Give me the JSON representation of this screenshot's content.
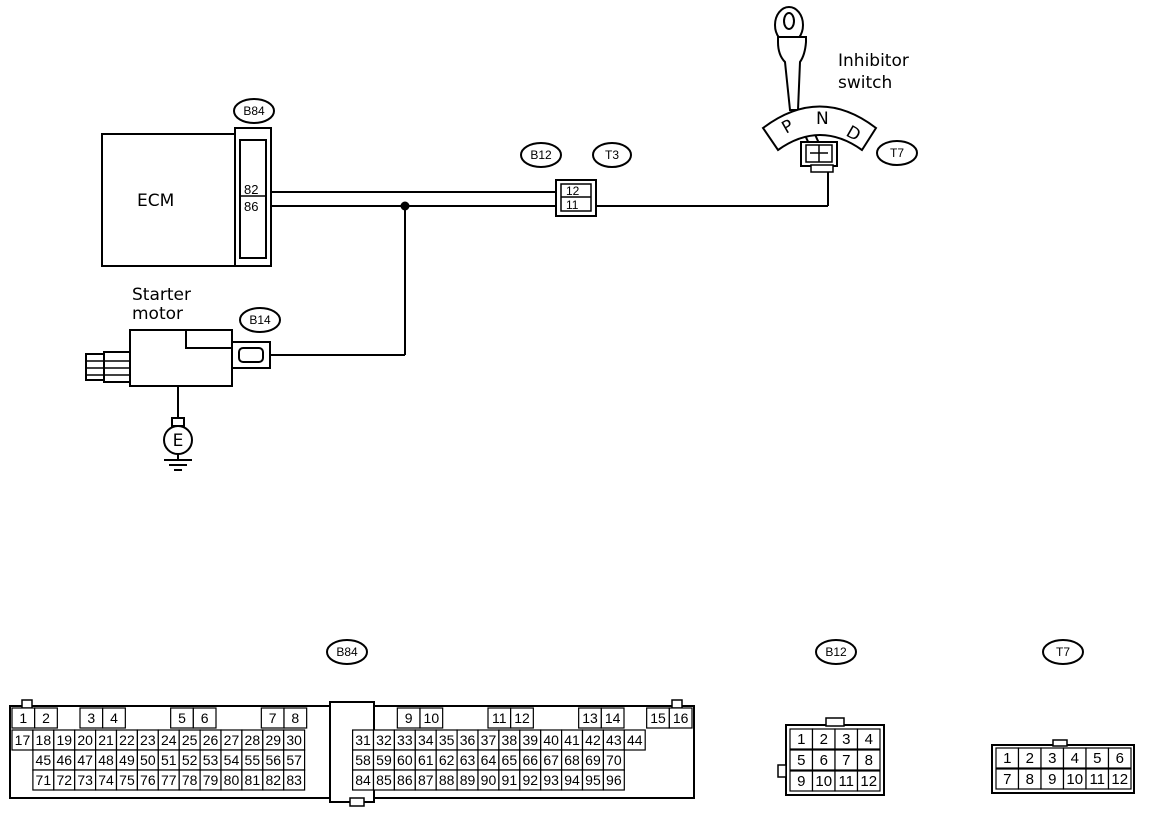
{
  "labels": {
    "ecm": "ECM",
    "starter_line1": "Starter",
    "starter_line2": "motor",
    "inhibitor_line1": "Inhibitor",
    "inhibitor_line2": "switch",
    "ground": "E",
    "p": "P",
    "n": "N",
    "d": "D"
  },
  "connector_tags": {
    "ecm": "B84",
    "joint": "B12",
    "joint2": "T3",
    "starter": "B14",
    "inhibitor": "T7"
  },
  "pins": {
    "ecm_top": "82",
    "ecm_bottom": "86",
    "joint_top": "12",
    "joint_bottom": "11"
  },
  "views": {
    "b84": {
      "tag": "B84",
      "row1": [
        "1",
        "2",
        "",
        "3",
        "4",
        "",
        "",
        "5",
        "6",
        "",
        "",
        "7",
        "8",
        "",
        "",
        "",
        "",
        "9",
        "10",
        "",
        "",
        "11",
        "12",
        "",
        "",
        "13",
        "14",
        "",
        "15",
        "16"
      ],
      "row2": [
        "17",
        "18",
        "19",
        "20",
        "21",
        "22",
        "23",
        "24",
        "25",
        "26",
        "27",
        "28",
        "29",
        "30",
        "",
        "31",
        "32",
        "33",
        "34",
        "35",
        "36",
        "37",
        "38",
        "39",
        "40",
        "41",
        "42",
        "43",
        "44"
      ],
      "row3": [
        "",
        "45",
        "46",
        "47",
        "48",
        "49",
        "50",
        "51",
        "52",
        "53",
        "54",
        "55",
        "56",
        "57",
        "",
        "58",
        "59",
        "60",
        "61",
        "62",
        "63",
        "64",
        "65",
        "66",
        "67",
        "68",
        "69",
        "70",
        ""
      ],
      "row4": [
        "",
        "71",
        "72",
        "73",
        "74",
        "75",
        "76",
        "77",
        "78",
        "79",
        "80",
        "81",
        "82",
        "83",
        "",
        "84",
        "85",
        "86",
        "87",
        "88",
        "89",
        "90",
        "91",
        "92",
        "93",
        "94",
        "95",
        "96",
        ""
      ]
    },
    "b12": {
      "tag": "B12",
      "rows": [
        [
          "1",
          "2",
          "3",
          "4"
        ],
        [
          "5",
          "6",
          "7",
          "8"
        ],
        [
          "9",
          "10",
          "11",
          "12"
        ]
      ]
    },
    "t7": {
      "tag": "T7",
      "rows": [
        [
          "1",
          "2",
          "3",
          "4",
          "5",
          "6"
        ],
        [
          "7",
          "8",
          "9",
          "10",
          "11",
          "12"
        ]
      ]
    }
  }
}
